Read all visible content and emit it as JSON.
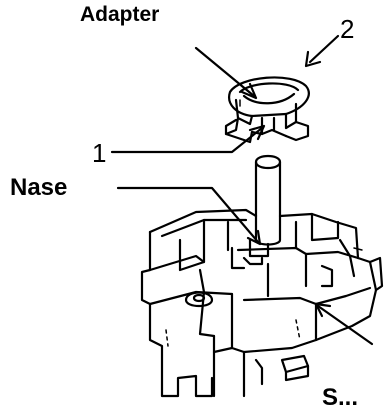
{
  "labels": {
    "adapter": "Adapter",
    "nase": "Nase",
    "one": "1",
    "two": "2",
    "cut_off": "S..."
  }
}
